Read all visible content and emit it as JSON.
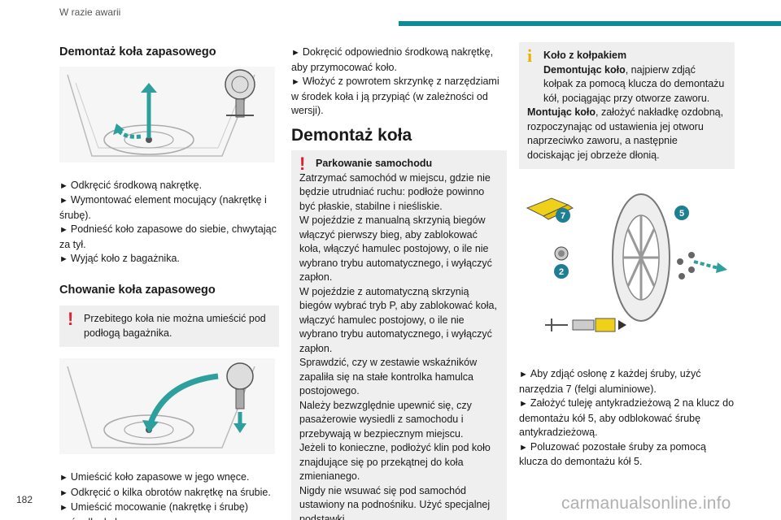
{
  "header": {
    "title": "W razie awarii"
  },
  "page_number": "182",
  "watermark": "carmanualsonline.info",
  "col1": {
    "heading1": "Demontaż koła zapasowego",
    "steps1": [
      "Odkręcić środkową nakrętkę.",
      "Wymontować element mocujący (nakrętkę i śrubę).",
      "Podnieść koło zapasowe do siebie, chwytając za tył.",
      "Wyjąć koło z bagażnika."
    ],
    "heading2": "Chowanie koła zapasowego",
    "warning": "Przebitego koła nie można umieścić pod podłogą bagażnika.",
    "steps2": [
      "Umieścić koło zapasowe w jego wnęce.",
      "Odkręcić o kilka obrotów nakrętkę na śrubie.",
      "Umieścić mocowanie (nakrętkę i śrubę) pośrodku koła."
    ]
  },
  "col2": {
    "steps": [
      "Dokręcić odpowiednio środkową nakrętkę, aby przymocować koło.",
      "Włożyć z powrotem skrzynkę z narzędziami w środek koła i ją przypiąć (w zależności od wersji)."
    ],
    "heading": "Demontaż koła",
    "warning_title": "Parkowanie samochodu",
    "warning_lines": [
      "Zatrzymać samochód w miejscu, gdzie nie będzie utrudniać ruchu: podłoże powinno być płaskie, stabilne i nieśliskie.",
      "W pojeździe z manualną skrzynią biegów włączyć pierwszy bieg, aby zablokować koła, włączyć hamulec postojowy, o ile nie wybrano trybu automatycznego, i wyłączyć zapłon.",
      "W pojeździe z automatyczną skrzynią biegów wybrać tryb P, aby zablokować koła, włączyć hamulec postojowy, o ile nie wybrano trybu automatycznego, i wyłączyć zapłon.",
      "Sprawdzić, czy w zestawie wskaźników zapaliła się na stałe kontrolka hamulca postojowego.",
      "Należy bezwzględnie upewnić się, czy pasażerowie wysiedli z samochodu i przebywają w bezpiecznym miejscu.",
      "Jeżeli to konieczne, podłożyć klin pod koło znajdujące się po przekątnej do koła zmienianego.",
      "Nigdy nie wsuwać się pod samochód ustawiony na podnośniku. Użyć specjalnej podstawki."
    ]
  },
  "col3": {
    "info_title": "Koło z kołpakiem",
    "info_p1_bold": "Demontując koło",
    "info_p1": ", najpierw zdjąć kołpak za pomocą klucza do demontażu kół, pociągając przy otworze zaworu.",
    "info_p2_bold": "Montując koło",
    "info_p2": ", założyć nakładkę ozdobną, rozpoczynając od ustawienia jej otworu naprzeciwko zaworu, a następnie dociskając jej obrzeże dłonią.",
    "callouts": [
      "7",
      "5",
      "2"
    ],
    "step1": "Aby zdjąć osłonę z każdej śruby, użyć narzędzia 7 (felgi aluminiowe).",
    "step2": "Założyć tuleję antykradzieżową 2 na klucz do demontażu kół 5, aby odblokować śrubę antykradzieżową.",
    "step3": "Poluzować pozostałe śruby za pomocą klucza do demontażu kół 5."
  },
  "colors": {
    "accent": "#0e8c96",
    "warning": "#e0202e",
    "info": "#e8b000",
    "callout": "#1e7f93"
  },
  "icons": {
    "bullet": "triangle-right-icon",
    "warning": "exclamation-icon",
    "info": "info-icon"
  }
}
